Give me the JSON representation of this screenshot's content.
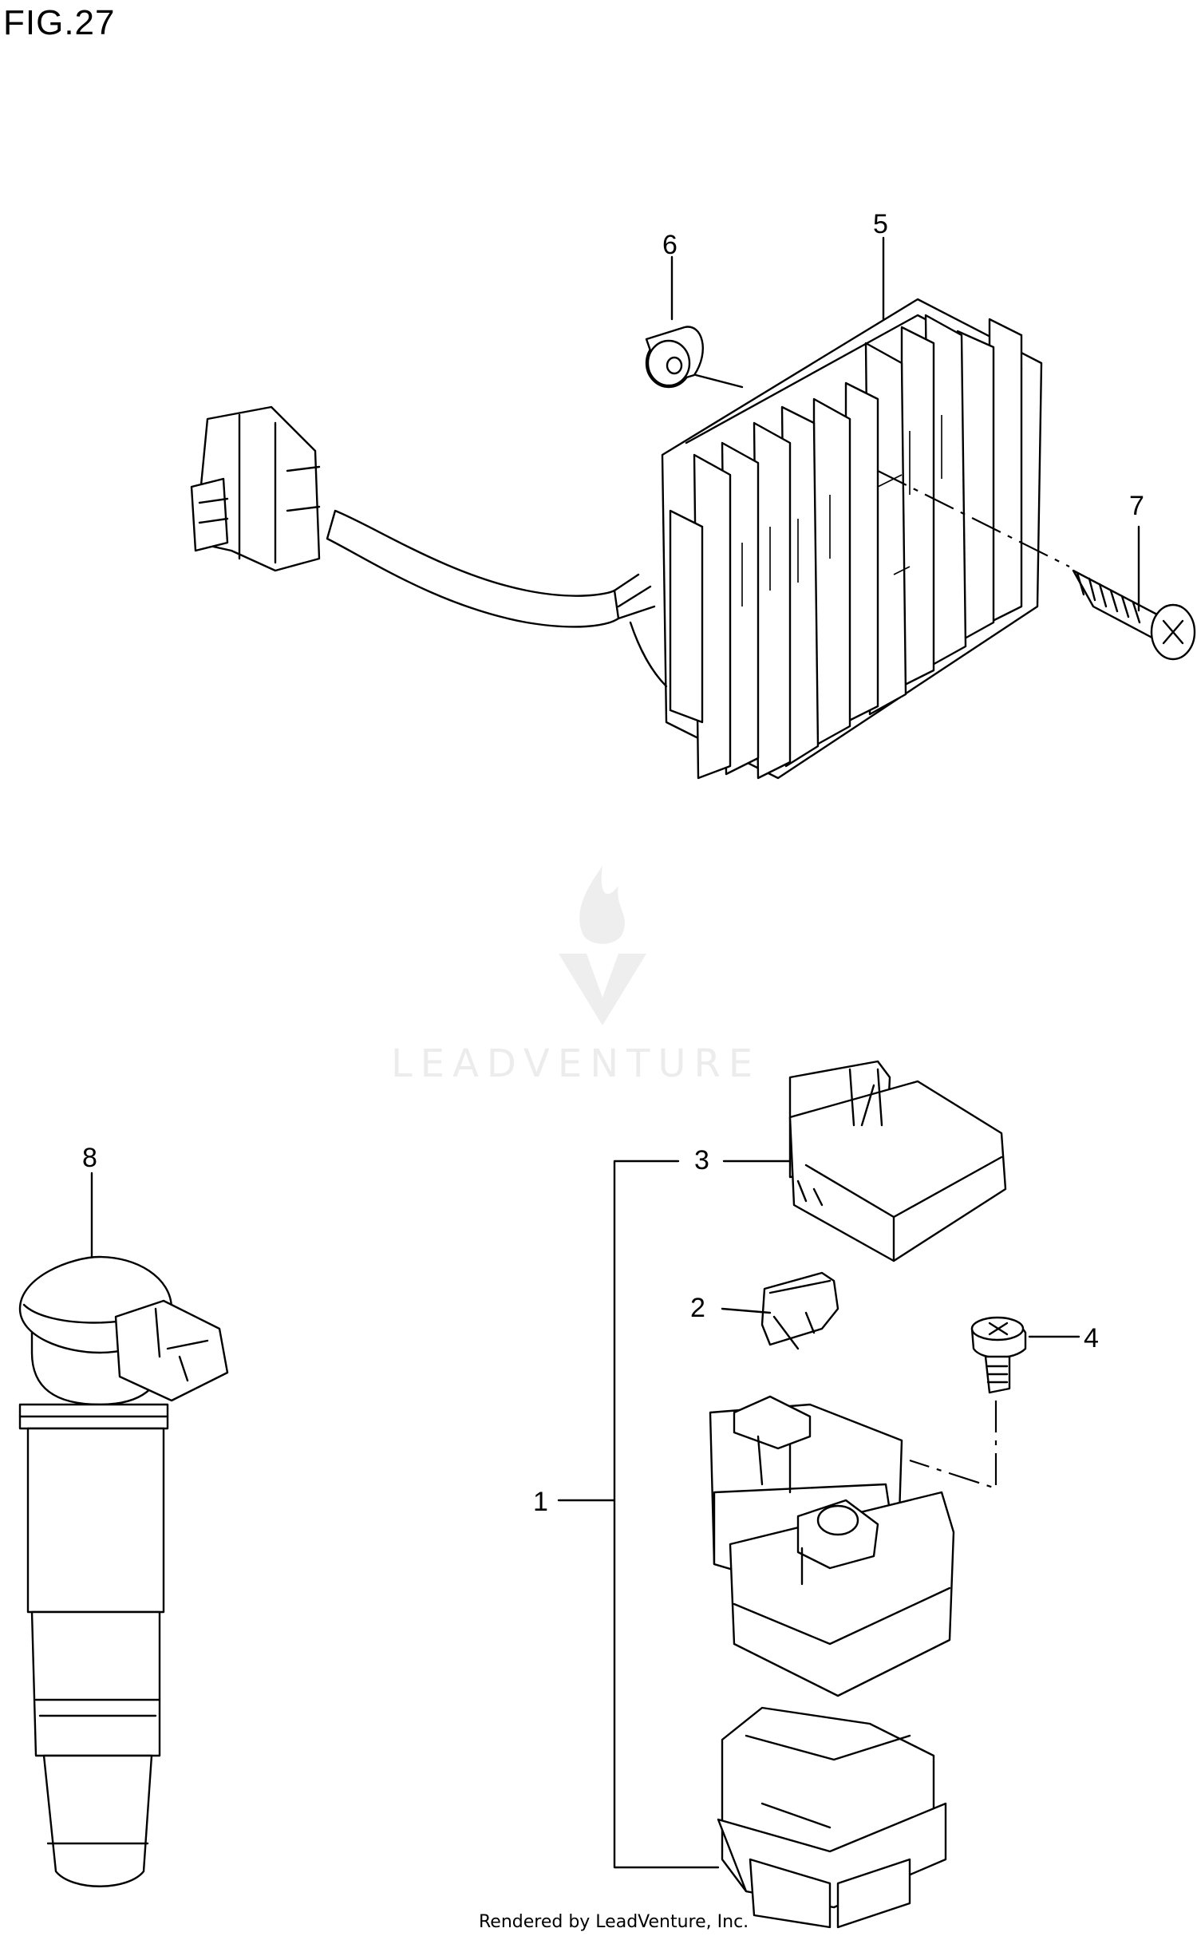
{
  "figure": {
    "title": "FIG.27"
  },
  "callouts": [
    {
      "id": "1",
      "label": "1"
    },
    {
      "id": "2",
      "label": "2"
    },
    {
      "id": "3",
      "label": "3"
    },
    {
      "id": "4",
      "label": "4"
    },
    {
      "id": "5",
      "label": "5"
    },
    {
      "id": "6",
      "label": "6"
    },
    {
      "id": "7",
      "label": "7"
    },
    {
      "id": "8",
      "label": "8"
    }
  ],
  "watermark": {
    "text": "LEADVENTURE"
  },
  "footer": {
    "text": "Rendered by LeadVenture, Inc."
  }
}
